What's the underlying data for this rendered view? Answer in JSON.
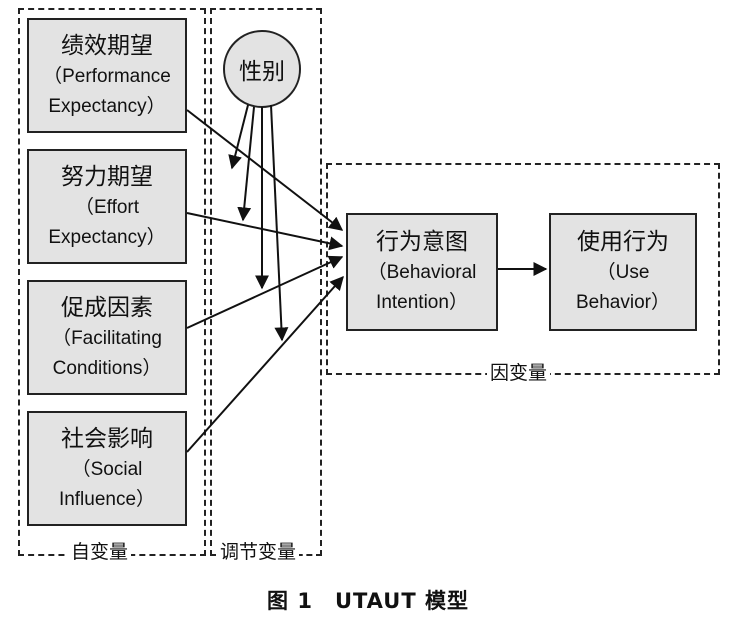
{
  "groups": {
    "independent": "自变量",
    "moderator": "调节变量",
    "dependent": "因变量"
  },
  "independent_vars": [
    {
      "zh": "绩效期望",
      "en1": "（Performance",
      "en2": "Expectancy）"
    },
    {
      "zh": "努力期望",
      "en1": "（Effort",
      "en2": "Expectancy）"
    },
    {
      "zh": "促成因素",
      "en1": "（Facilitating",
      "en2": "Conditions）"
    },
    {
      "zh": "社会影响",
      "en1": "（Social",
      "en2": "Influence）"
    }
  ],
  "moderator": {
    "label": "性别"
  },
  "intention": {
    "zh": "行为意图",
    "en1": "（Behavioral",
    "en2": "Intention）"
  },
  "behavior": {
    "zh": "使用行为",
    "en1": "（Use",
    "en2": "Behavior）"
  },
  "caption": "图 1　UTAUT 模型"
}
